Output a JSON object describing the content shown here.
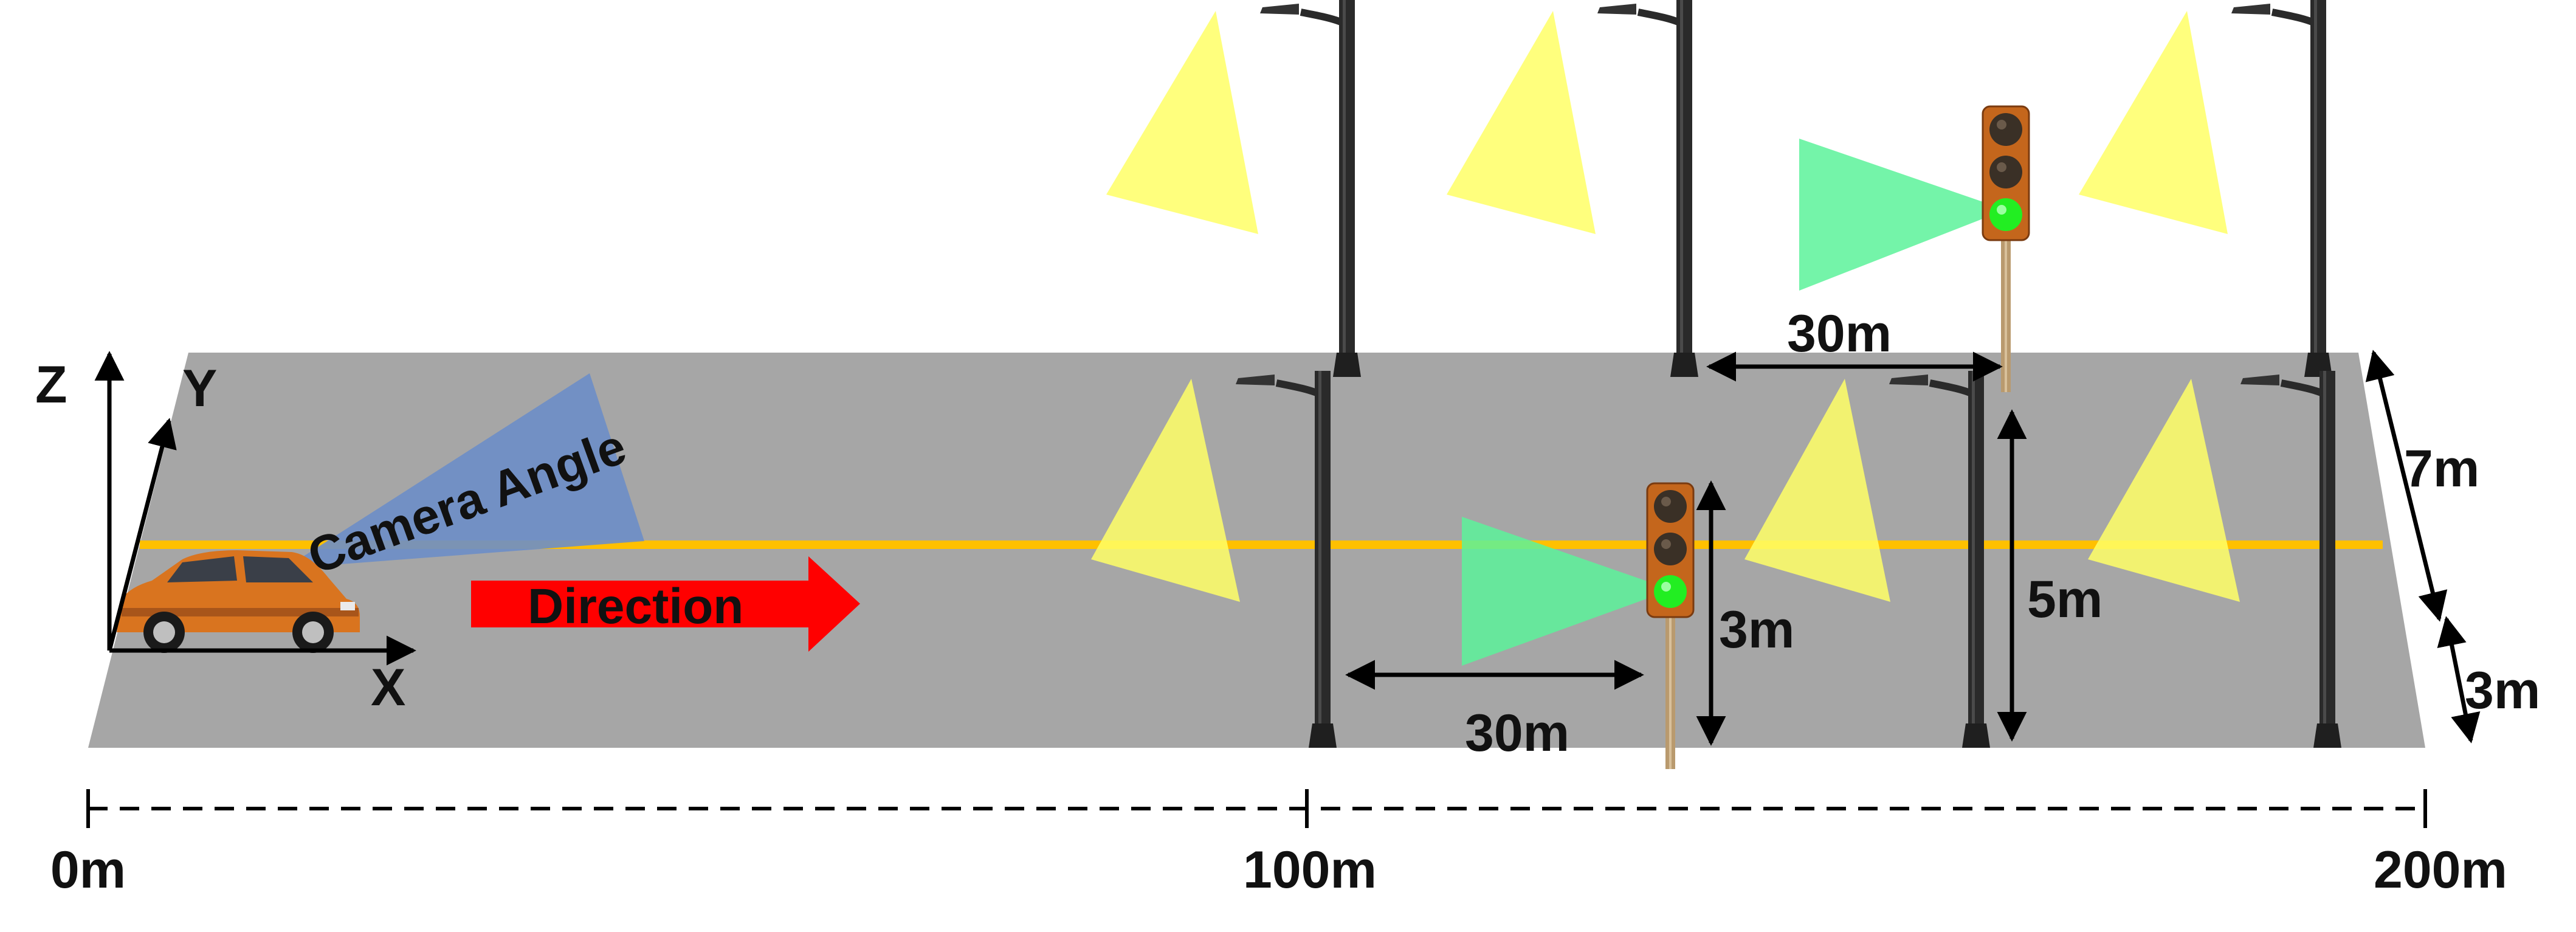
{
  "labels": {
    "axis_z": "Z",
    "axis_y": "Y",
    "axis_x": "X",
    "camera_angle": "Camera Angle",
    "direction": "Direction",
    "dim_light_spacing_top": "30m",
    "dim_light_spacing_bottom": "30m",
    "dim_light_height_near": "3m",
    "dim_light_height_far": "5m",
    "dim_road_width_upper": "7m",
    "dim_road_width_lower": "3m",
    "scale_start": "0m",
    "scale_mid": "100m",
    "scale_end": "200m"
  },
  "colors": {
    "road": "#a6a6a6",
    "center_line": "#ffc000",
    "streetlight_beam": "#ffff66",
    "traffic_light_beam": "#5cf29a",
    "camera_cone": "#6d8ec8",
    "direction_arrow": "#ff0000",
    "car": "#d9741f",
    "pole": "#2a2a2a",
    "traffic_light_housing": "#c4661c",
    "green_lamp": "#22ee22"
  },
  "icons": [
    "car-icon",
    "streetlight-icon",
    "traffic-light-icon"
  ]
}
